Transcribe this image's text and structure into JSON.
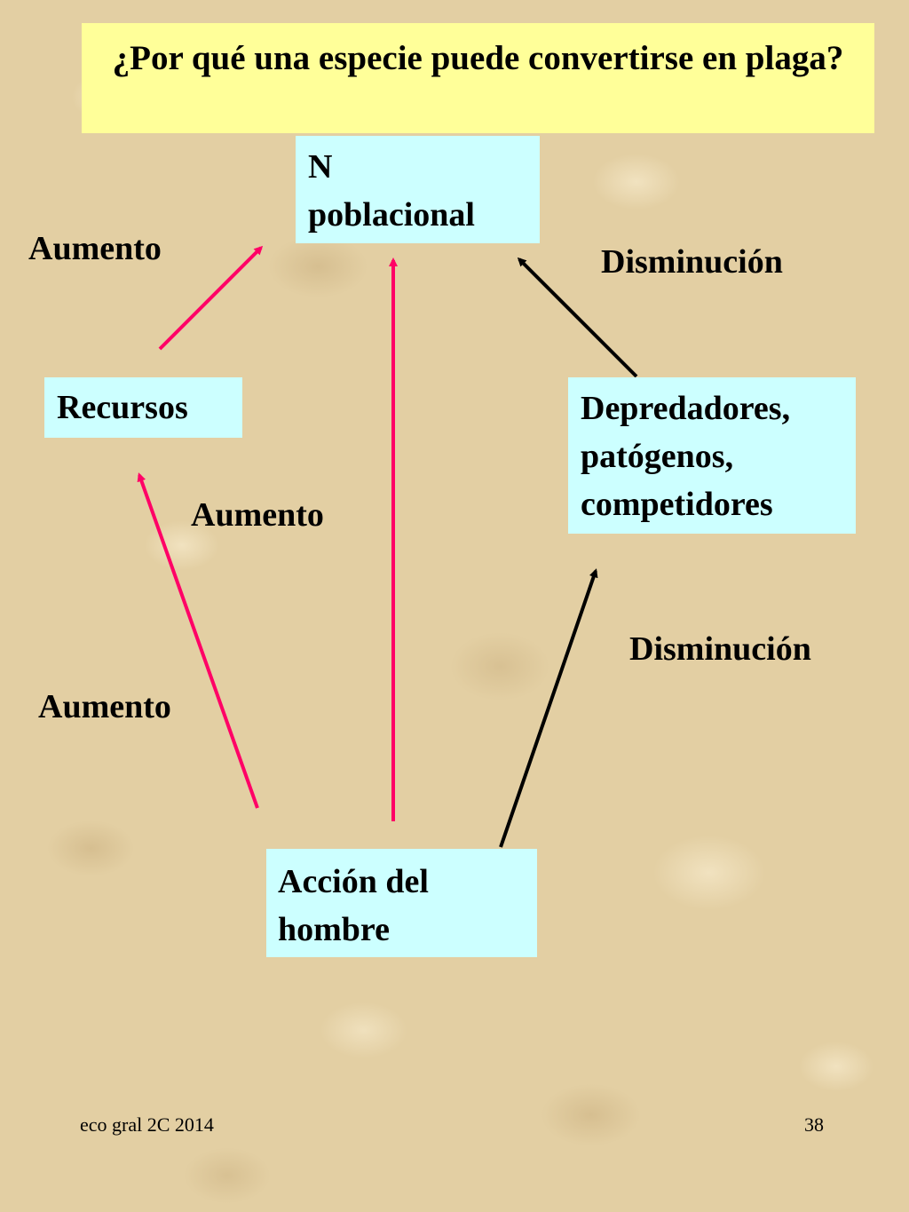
{
  "title": "¿Por qué una especie puede convertirse en plaga?",
  "nodes": {
    "n_poblacional": [
      "N",
      "poblacional"
    ],
    "recursos": "Recursos",
    "depredadores": [
      "Depredadores,",
      "patógenos,",
      "competidores"
    ],
    "accion": [
      "Acción del",
      "hombre"
    ]
  },
  "edge_labels": {
    "recursos_to_n": "Aumento",
    "depredadores_to_n": "Disminución",
    "accion_to_n": "Aumento",
    "accion_to_depredadores": "Disminución",
    "accion_to_recursos": "Aumento"
  },
  "edges": [
    {
      "from": "recursos",
      "to": "n_poblacional",
      "color": "#ff0066"
    },
    {
      "from": "accion",
      "to": "n_poblacional",
      "color": "#ff0066"
    },
    {
      "from": "accion",
      "to": "recursos",
      "color": "#ff0066"
    },
    {
      "from": "depredadores",
      "to": "n_poblacional",
      "color": "#000000"
    },
    {
      "from": "accion",
      "to": "depredadores",
      "color": "#000000"
    }
  ],
  "colors": {
    "title_bg": "#ffff99",
    "node_bg": "#ccffff",
    "increase_arrow": "#ff0066",
    "decrease_arrow": "#000000"
  },
  "footer": {
    "left": "eco gral 2C 2014",
    "right": "38"
  }
}
